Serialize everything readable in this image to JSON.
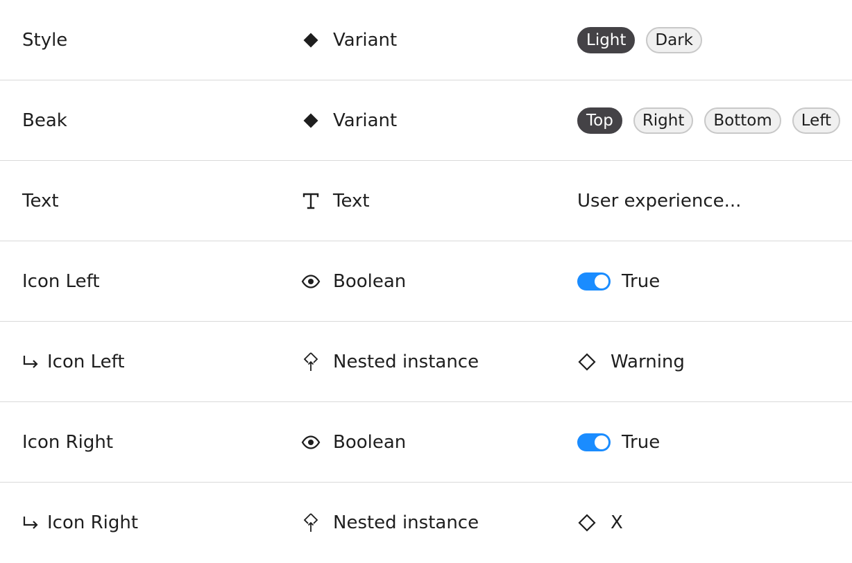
{
  "rows": [
    {
      "name": "Style",
      "type": "Variant",
      "type_icon": "diamond-filled-icon",
      "options": [
        "Light",
        "Dark"
      ],
      "selected": "Light"
    },
    {
      "name": "Beak",
      "type": "Variant",
      "type_icon": "diamond-filled-icon",
      "options": [
        "Top",
        "Right",
        "Bottom",
        "Left"
      ],
      "selected": "Top"
    },
    {
      "name": "Text",
      "type": "Text",
      "type_icon": "text-t-icon",
      "value": "User experience..."
    },
    {
      "name": "Icon Left",
      "type": "Boolean",
      "type_icon": "eye-icon",
      "value": "True",
      "toggle_on": true
    },
    {
      "name": "Icon Left",
      "nested": true,
      "type": "Nested instance",
      "type_icon": "nested-instance-icon",
      "value": "Warning",
      "value_icon": "diamond-outline-icon"
    },
    {
      "name": "Icon Right",
      "type": "Boolean",
      "type_icon": "eye-icon",
      "value": "True",
      "toggle_on": true
    },
    {
      "name": "Icon Right",
      "nested": true,
      "type": "Nested instance",
      "type_icon": "nested-instance-icon",
      "value": "X",
      "value_icon": "diamond-outline-icon"
    }
  ],
  "colors": {
    "pill_active_bg": "#444246",
    "pill_bg": "#f0f0f0",
    "toggle_on": "#1a8cff",
    "divider": "#d9d9d9",
    "text": "#1e1e1e"
  }
}
